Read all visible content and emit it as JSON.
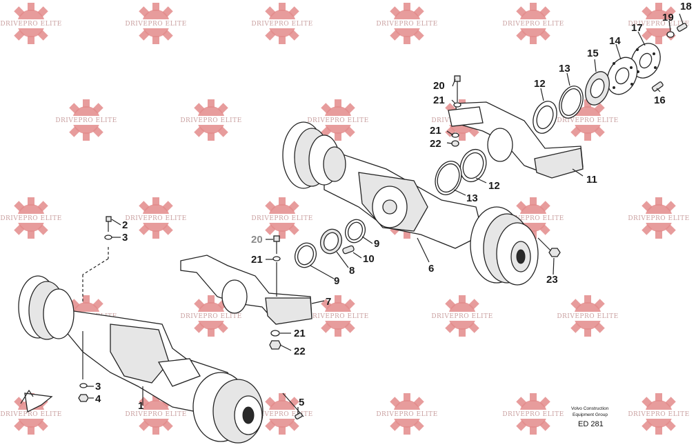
{
  "watermark": {
    "text": "DRIVEPRO ELITE",
    "color": "#e38b8b"
  },
  "stamp": {
    "company_line1": "Volvo Construction",
    "company_line2": "Equipment Group",
    "code": "ED 281"
  },
  "callouts": {
    "c18": "18",
    "c19": "19",
    "c17": "17",
    "c14": "14",
    "c15": "15",
    "c16": "16",
    "c13a": "13",
    "c12a": "12",
    "c20a": "20",
    "c21a": "21",
    "c21b": "21",
    "c22a": "22",
    "c11": "11",
    "c12b": "12",
    "c13b": "13",
    "c2": "2",
    "c3a": "3",
    "c20b": "20",
    "c21c": "21",
    "c9a": "9",
    "c8": "8",
    "c10": "10",
    "c9b": "9",
    "c6": "6",
    "c7": "7",
    "c21d": "21",
    "c22b": "22",
    "c23": "23",
    "c3b": "3",
    "c4": "4",
    "c1": "1",
    "c5": "5"
  }
}
